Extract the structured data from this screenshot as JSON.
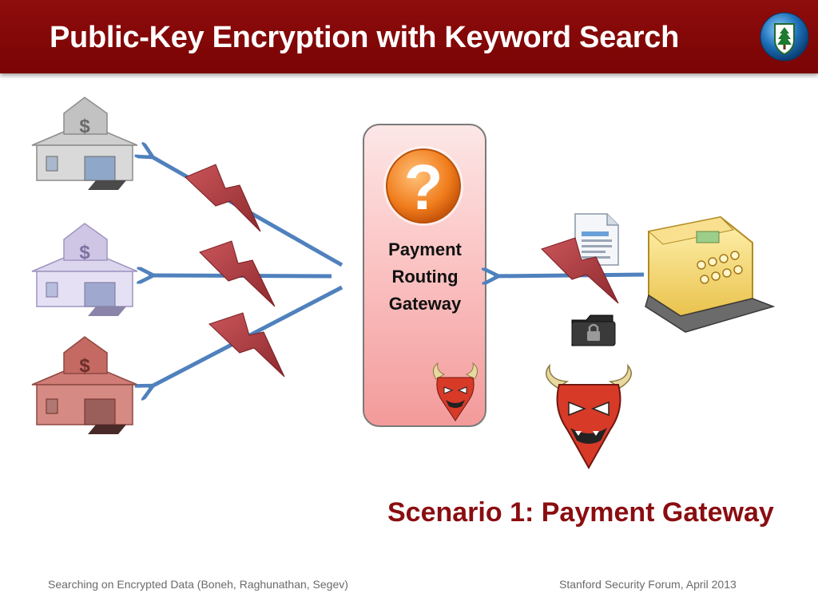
{
  "slide": {
    "title": "Public-Key Encryption with Keyword Search",
    "gateway_label_lines": [
      "Payment",
      "Routing",
      "Gateway"
    ],
    "question_mark": "?",
    "scenario": "Scenario 1: Payment Gateway",
    "footer_left": "Searching on Encrypted Data (Boneh, Raghunathan, Segev)",
    "footer_right": "Stanford Security Forum, April 2013",
    "dollar_sign": "$"
  },
  "colors": {
    "title_bar": "#8e0c0c",
    "scenario_text": "#8a0d10",
    "arrow": "#4f81bd",
    "bolt": "#a83a3e",
    "gateway_box": "#f7a8a8",
    "bank_gray": "#a8a8a8",
    "bank_lavender": "#c7bfe0",
    "bank_red": "#c46a62",
    "register": "#f3d36a"
  },
  "icons": [
    "bank-icon",
    "question-icon",
    "document-icon",
    "padlock-folder-icon",
    "cash-register-icon",
    "devil-icon",
    "lightning-bolt-icon",
    "stanford-logo"
  ]
}
